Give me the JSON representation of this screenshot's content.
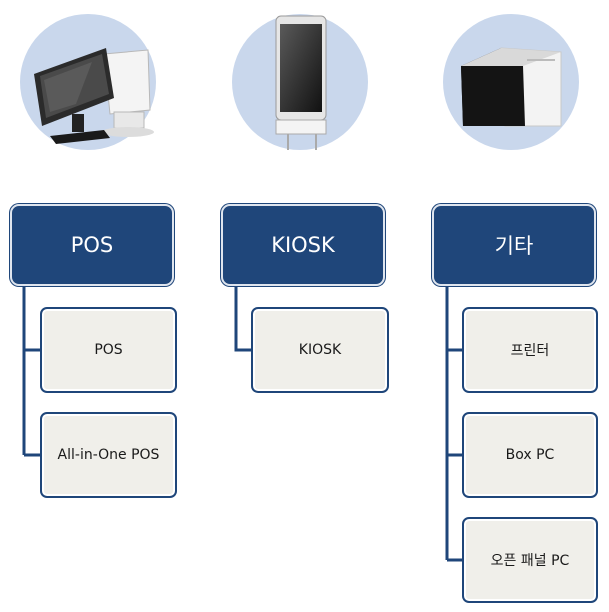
{
  "columns": [
    {
      "category": "POS",
      "items": [
        "POS",
        "All-in-One POS"
      ]
    },
    {
      "category": "KIOSK",
      "items": [
        "KIOSK"
      ]
    },
    {
      "category": "기타",
      "items": [
        "프린터",
        "Box PC",
        "오픈 패널 PC"
      ]
    }
  ],
  "colors": {
    "category_fill": "#1f467a",
    "item_fill": "#f0efea",
    "circle_fill": "#c9d7ec",
    "line": "#1f467a"
  },
  "icons": [
    "pos-terminal-icon",
    "kiosk-icon",
    "printer-icon"
  ]
}
